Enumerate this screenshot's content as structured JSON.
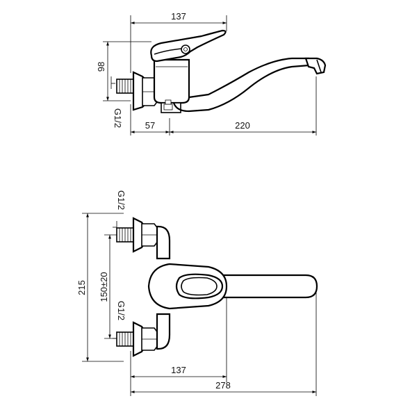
{
  "side_view": {
    "dim_top_width": "137",
    "dim_height": "98",
    "dim_thread": "G1/2",
    "dim_wall_offset": "57",
    "dim_spout_reach": "220"
  },
  "top_view": {
    "dim_thread_top": "G1/2",
    "dim_thread_bottom": "G1/2",
    "dim_center_distance": "150±20",
    "dim_total_height": "215",
    "dim_bottom_137": "137",
    "dim_bottom_278": "278"
  }
}
